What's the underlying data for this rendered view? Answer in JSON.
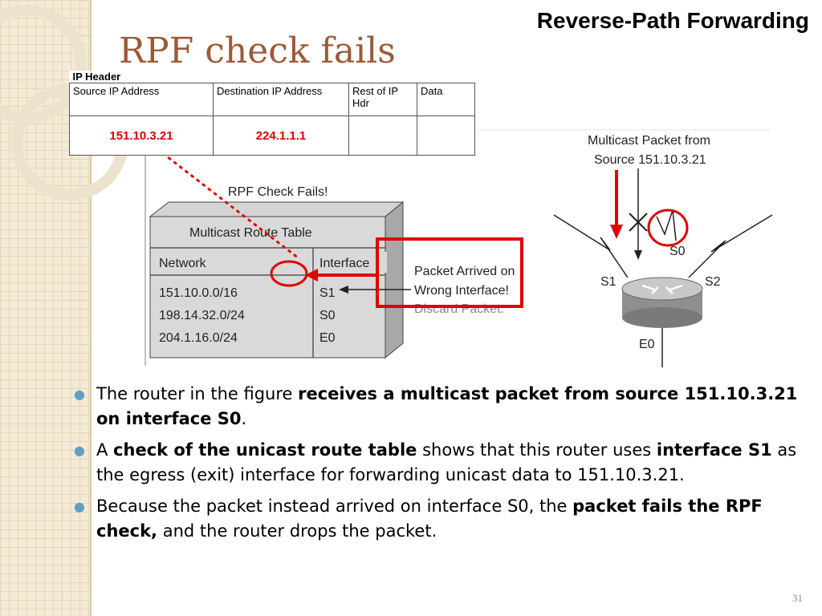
{
  "header": {
    "title": "Reverse-Path Forwarding"
  },
  "slide": {
    "title": "RPF check fails",
    "page_number": "31"
  },
  "ip_header": {
    "caption": "IP Header",
    "columns": [
      "Source IP Address",
      "Destination IP Address",
      "Rest of IP Hdr",
      "Data"
    ],
    "values": [
      "151.10.3.21",
      "224.1.1.1",
      "",
      ""
    ]
  },
  "diagram": {
    "rpf_label": "RPF Check Fails!",
    "table_title": "Multicast Route Table",
    "table_headers": [
      "Network",
      "Interface"
    ],
    "table_rows": [
      {
        "network": "151.10.0.0/16",
        "interface": "S1"
      },
      {
        "network": "198.14.32.0/24",
        "interface": "S0"
      },
      {
        "network": "204.1.16.0/24",
        "interface": "E0"
      }
    ],
    "message_lines": [
      "Packet Arrived on",
      "Wrong Interface!",
      "Discard Packet."
    ],
    "source_label_lines": [
      "Multicast Packet from",
      "Source 151.10.3.21"
    ],
    "interfaces": {
      "s0": "S0",
      "s1": "S1",
      "s2": "S2",
      "e0": "E0"
    }
  },
  "bullets": [
    {
      "parts": [
        {
          "text": "The router in the figure ",
          "bold": false
        },
        {
          "text": "receives a multicast packet from source 151.10.3.21 on interface S0",
          "bold": true
        },
        {
          "text": ".",
          "bold": false
        }
      ]
    },
    {
      "parts": [
        {
          "text": "A ",
          "bold": false
        },
        {
          "text": "check of the unicast route table",
          "bold": true
        },
        {
          "text": " shows that this router uses ",
          "bold": false
        },
        {
          "text": "interface S1",
          "bold": true
        },
        {
          "text": " as the egress (exit) interface for forwarding unicast data to 151.10.3.21.",
          "bold": false
        }
      ]
    },
    {
      "parts": [
        {
          "text": "Because the packet instead arrived on interface S0, the ",
          "bold": false
        },
        {
          "text": "packet fails the RPF check,",
          "bold": true
        },
        {
          "text": " and the router drops the packet.",
          "bold": false
        }
      ]
    }
  ],
  "colors": {
    "title": "#9b5a37",
    "highlight_red": "#e00000",
    "bullet": "#5fa0c4"
  }
}
